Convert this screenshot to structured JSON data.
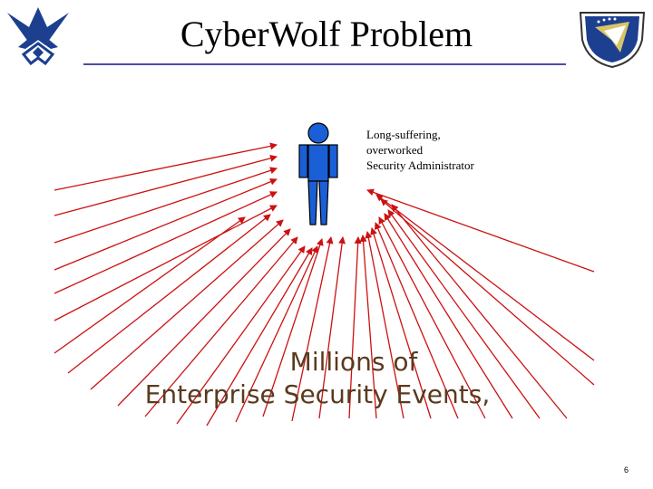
{
  "slide": {
    "title": "CyberWolf Problem",
    "caption_lines": [
      "Long-suffering,",
      "overworked",
      "Security Administrator"
    ],
    "events_line1": "Millions of",
    "events_line2": "Enterprise Security Events,",
    "page_number": "6"
  },
  "colors": {
    "arrow": "#cc1111",
    "figure": "#1a5fd6",
    "title_rule": "#4b4ba8",
    "events_text": "#5a3a1e"
  },
  "icons": [
    "air-force-logo-icon",
    "command-shield-logo-icon",
    "administrator-figure-icon"
  ]
}
